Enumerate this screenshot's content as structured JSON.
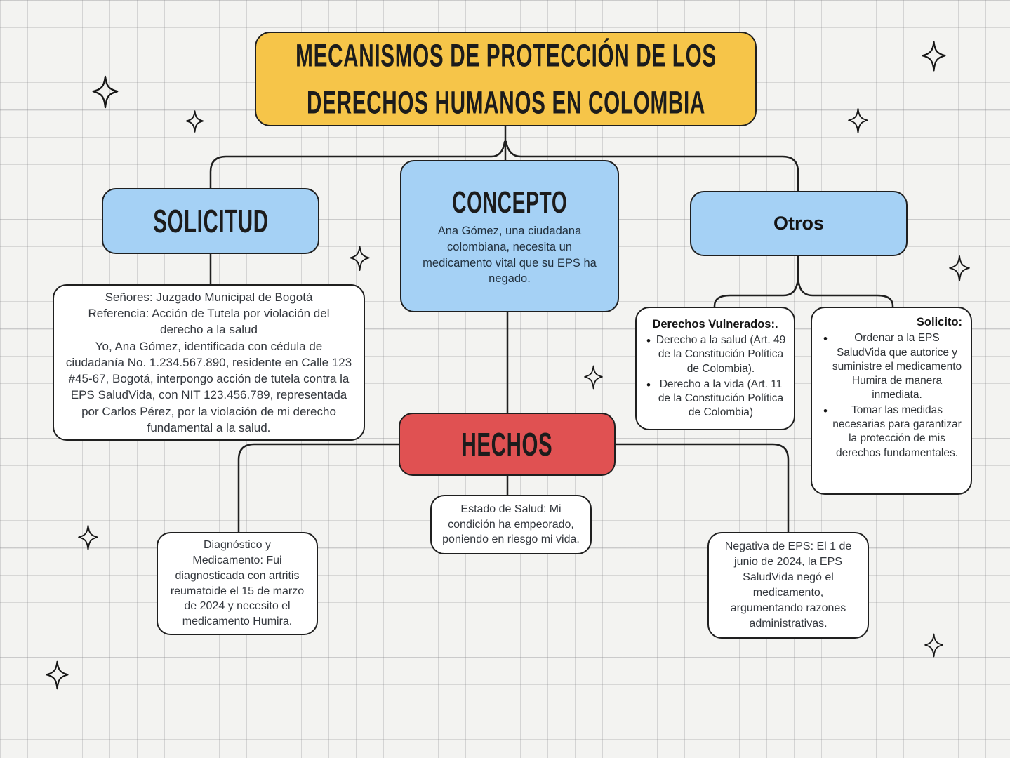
{
  "title": "MECANISMOS DE PROTECCIÓN DE LOS DERECHOS HUMANOS EN COLOMBIA",
  "colors": {
    "title_fill": "#f6c549",
    "branch_fill": "#a5d1f5",
    "hechos_fill": "#e05152",
    "detail_fill": "#ffffff",
    "ink": "#1f1f1f",
    "paper": "#f3f3f1"
  },
  "nodes": {
    "solicitud": {
      "label": "SOLICITUD"
    },
    "solicitud_detail": {
      "paragraphs": [
        "Señores: Juzgado Municipal de Bogotá",
        "Referencia: Acción de Tutela por violación del derecho a la salud",
        "Yo, Ana Gómez, identificada con cédula de ciudadanía No. 1.234.567.890, residente en Calle 123 #45-67, Bogotá, interpongo acción de tutela contra la EPS SaludVida, con NIT 123.456.789, representada por Carlos Pérez, por la violación de mi derecho fundamental a la salud."
      ]
    },
    "concepto": {
      "label": "CONCEPTO",
      "body": "Ana Gómez, una ciudadana colombiana, necesita un medicamento vital que su EPS ha negado."
    },
    "otros": {
      "label": "Otros"
    },
    "derechos_vulnerados": {
      "heading": "Derechos Vulnerados:.",
      "items": [
        "Derecho a la salud (Art. 49 de la Constitución Política de Colombia).",
        "Derecho a la vida (Art. 11 de la Constitución Política de Colombia)"
      ]
    },
    "solicito": {
      "heading": "Solicito:",
      "items": [
        "Ordenar a la EPS SaludVida que autorice y suministre el medicamento Humira de manera inmediata.",
        "Tomar las medidas necesarias para garantizar la protección de mis derechos fundamentales."
      ]
    },
    "hechos": {
      "label": "HECHOS"
    },
    "estado_salud": {
      "text": "Estado de Salud: Mi condición ha empeorado, poniendo en riesgo mi vida."
    },
    "diagnostico": {
      "text": "Diagnóstico y Medicamento: Fui diagnosticada con artritis reumatoide el 15 de marzo de 2024 y necesito el medicamento Humira."
    },
    "negativa_eps": {
      "text": "Negativa de EPS: El 1 de junio de 2024, la EPS SaludVida negó el medicamento, argumentando razones administrativas."
    }
  }
}
